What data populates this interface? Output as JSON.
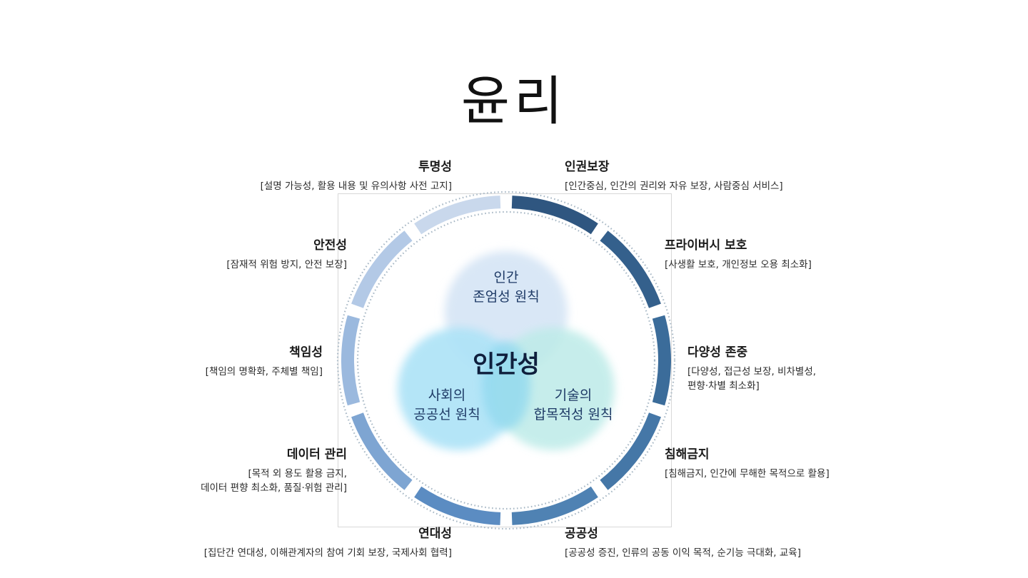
{
  "title": "윤리",
  "center": {
    "core": "인간성",
    "circle_top": [
      "인간",
      "존엄성 원칙"
    ],
    "circle_left": [
      "사회의",
      "공공선 원칙"
    ],
    "circle_right": [
      "기술의",
      "합목적성 원칙"
    ]
  },
  "right_items": [
    {
      "heading": "인권보장",
      "desc": [
        "[인간중심, 인간의 권리와 자유 보장, 사람중심 서비스]"
      ]
    },
    {
      "heading": "프라이버시 보호",
      "desc": [
        "[사생활 보호, 개인정보 오용 최소화]"
      ]
    },
    {
      "heading": "다양성 존중",
      "desc": [
        "[다양성, 접근성 보장, 비차별성,",
        "편향·차별 최소화]"
      ]
    },
    {
      "heading": "침해금지",
      "desc": [
        "[침해금지, 인간에 무해한 목적으로 활용]"
      ]
    },
    {
      "heading": "공공성",
      "desc": [
        "[공공성 증진, 인류의 공동 이익 목적, 순기능 극대화, 교육]"
      ]
    }
  ],
  "left_items": [
    {
      "heading": "투명성",
      "desc": [
        "[설명 가능성, 활용 내용 및 유의사항 사전 고지]"
      ]
    },
    {
      "heading": "안전성",
      "desc": [
        "[잠재적 위험 방지, 안전 보장]"
      ]
    },
    {
      "heading": "책임성",
      "desc": [
        "[책임의 명확화, 주체별 책임]"
      ]
    },
    {
      "heading": "데이터 관리",
      "desc": [
        "[목적 외 용도 활용 금지,",
        "데이터 편향 최소화, 품질·위험 관리]"
      ]
    },
    {
      "heading": "연대성",
      "desc": [
        "[집단간 연대성, 이해관계자의 참여 기회 보장, 국제사회 협력]"
      ]
    }
  ],
  "colors": {
    "ring_dark": "#335a84",
    "ring_light": "#c9d8ec",
    "dotted": "#a9b9c6",
    "circle_top": "#d9e7f6",
    "circle_left": "#aee3f7",
    "circle_right": "#bdebe8",
    "overlap": "#8fd8ef",
    "text_dark": "#1e3a66"
  }
}
